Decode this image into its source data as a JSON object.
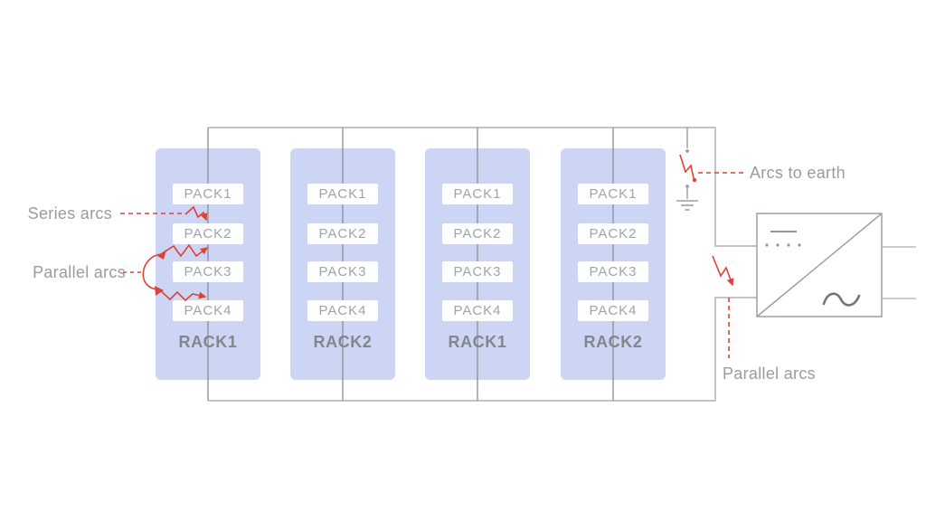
{
  "diagram": {
    "racks": [
      {
        "label": "RACK1",
        "packs": [
          "PACK1",
          "PACK2",
          "PACK3",
          "PACK4"
        ]
      },
      {
        "label": "RACK2",
        "packs": [
          "PACK1",
          "PACK2",
          "PACK3",
          "PACK4"
        ]
      },
      {
        "label": "RACK1",
        "packs": [
          "PACK1",
          "PACK2",
          "PACK3",
          "PACK4"
        ]
      },
      {
        "label": "RACK2",
        "packs": [
          "PACK1",
          "PACK2",
          "PACK3",
          "PACK4"
        ]
      }
    ],
    "annotations": {
      "series_arcs": "Series arcs",
      "parallel_arcs_left": "Parallel arcs",
      "arcs_to_earth": "Arcs to earth",
      "parallel_arcs_right": "Parallel arcs"
    },
    "icons": {
      "converter": "dc-ac-converter-icon",
      "earth": "earth-ground-icon",
      "arc": "arc-flash-icon"
    },
    "colors": {
      "rack_fill": "#ccd6f4",
      "arc_red": "#dd4238",
      "label_gray": "#9b9b9b",
      "line_gray": "#aeb1b6"
    }
  }
}
